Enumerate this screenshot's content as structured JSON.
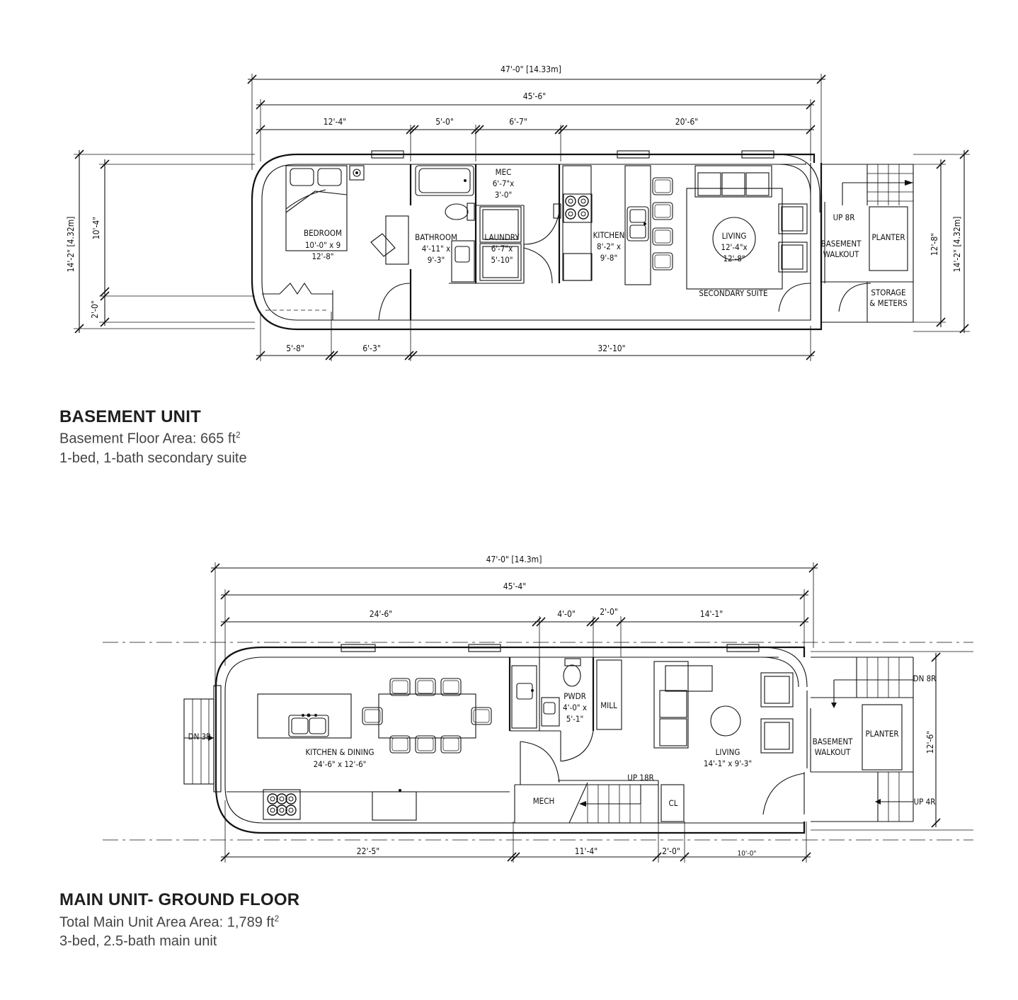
{
  "basement": {
    "title": "BASEMENT UNIT",
    "area_label": "Basement Floor Area: 665 ft",
    "area_sup": "2",
    "desc": "1-bed, 1-bath secondary suite",
    "dims": {
      "overall": "47'-0\" [14.33m]",
      "inner": "45'-6\"",
      "seg1": "12'-4\"",
      "seg2": "5'-0\"",
      "seg3": "6'-7\"",
      "seg4": "20'-6\"",
      "bot1": "5'-8\"",
      "bot2": "6'-3\"",
      "bot3": "32'-10\"",
      "left_overall": "14'-2\" [4.32m]",
      "left_inner": "10'-4\"",
      "left_small": "2'-0\"",
      "right_overall": "14'-2\" [4.32m]",
      "right_inner": "12'-8\""
    },
    "rooms": {
      "bedroom": [
        "BEDROOM",
        "10'-0\" x 9",
        "12'-8\""
      ],
      "bathroom": [
        "BATHROOM",
        "4'-11\" x",
        "9'-3\""
      ],
      "mec": [
        "MEC",
        "6'-7\"x",
        "3'-0\""
      ],
      "laundry": [
        "LAUNDRY",
        "6'-7\"x",
        "5'-10\""
      ],
      "kitchen": [
        "KITCHEN",
        "8'-2\" x",
        "9'-8\""
      ],
      "living": [
        "LIVING",
        "12'-4\"x",
        "12'-8\""
      ],
      "suite": "SECONDARY SUITE",
      "walkout": [
        "BASEMENT",
        "WALKOUT"
      ],
      "up": "UP 8R",
      "planter": "PLANTER",
      "storage": [
        "STORAGE",
        "& METERS"
      ]
    }
  },
  "main": {
    "title": "MAIN UNIT- GROUND FLOOR",
    "area_label": "Total Main Unit Area Area: 1,789 ft",
    "area_sup": "2",
    "desc": "3-bed, 2.5-bath main unit",
    "dims": {
      "overall": "47'-0\" [14.3m]",
      "inner": "45'-4\"",
      "seg1": "24'-6\"",
      "seg2": "4'-0\"",
      "seg3": "2'-0\"",
      "seg4": "14'-1\"",
      "bot1": "22'-5\"",
      "bot2": "11'-4\"",
      "bot3": "2'-0\"",
      "bot4": "10'-0\"",
      "right_inner": "12'-6\""
    },
    "rooms": {
      "dn3r": "DN 3R",
      "kitchen": [
        "KITCHEN & DINING",
        "24'-6\" x 12'-6\""
      ],
      "pwdr": [
        "PWDR",
        "4'-0\" x",
        "5'-1\""
      ],
      "mill": "MILL",
      "living": [
        "LIVING",
        "14'-1\" x 9'-3\""
      ],
      "mech": "MECH",
      "up18r": "UP 18R",
      "cl": "CL",
      "walkout": [
        "BASEMENT",
        "WALKOUT"
      ],
      "planter": "PLANTER",
      "dn8r": "DN 8R",
      "up4r": "UP 4R"
    }
  }
}
